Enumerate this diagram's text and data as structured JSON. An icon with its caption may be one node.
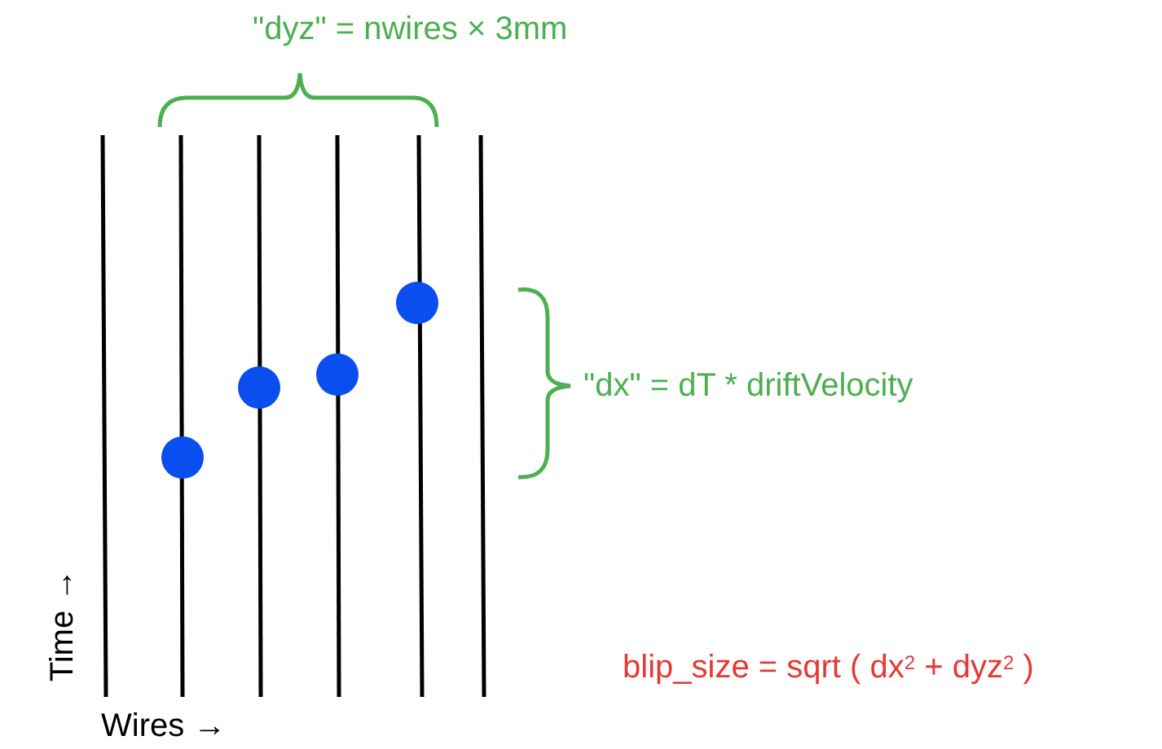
{
  "diagram": {
    "labels": [
      "\"dyz\" = nwires × 3mm",
      "\"dx\" = dT * driftVelocity",
      "Time →",
      "Wires →",
      "blip_size = sqrt ( dx$^{2}$ + dyz$^{2}$ )"
    ]
  }
}
